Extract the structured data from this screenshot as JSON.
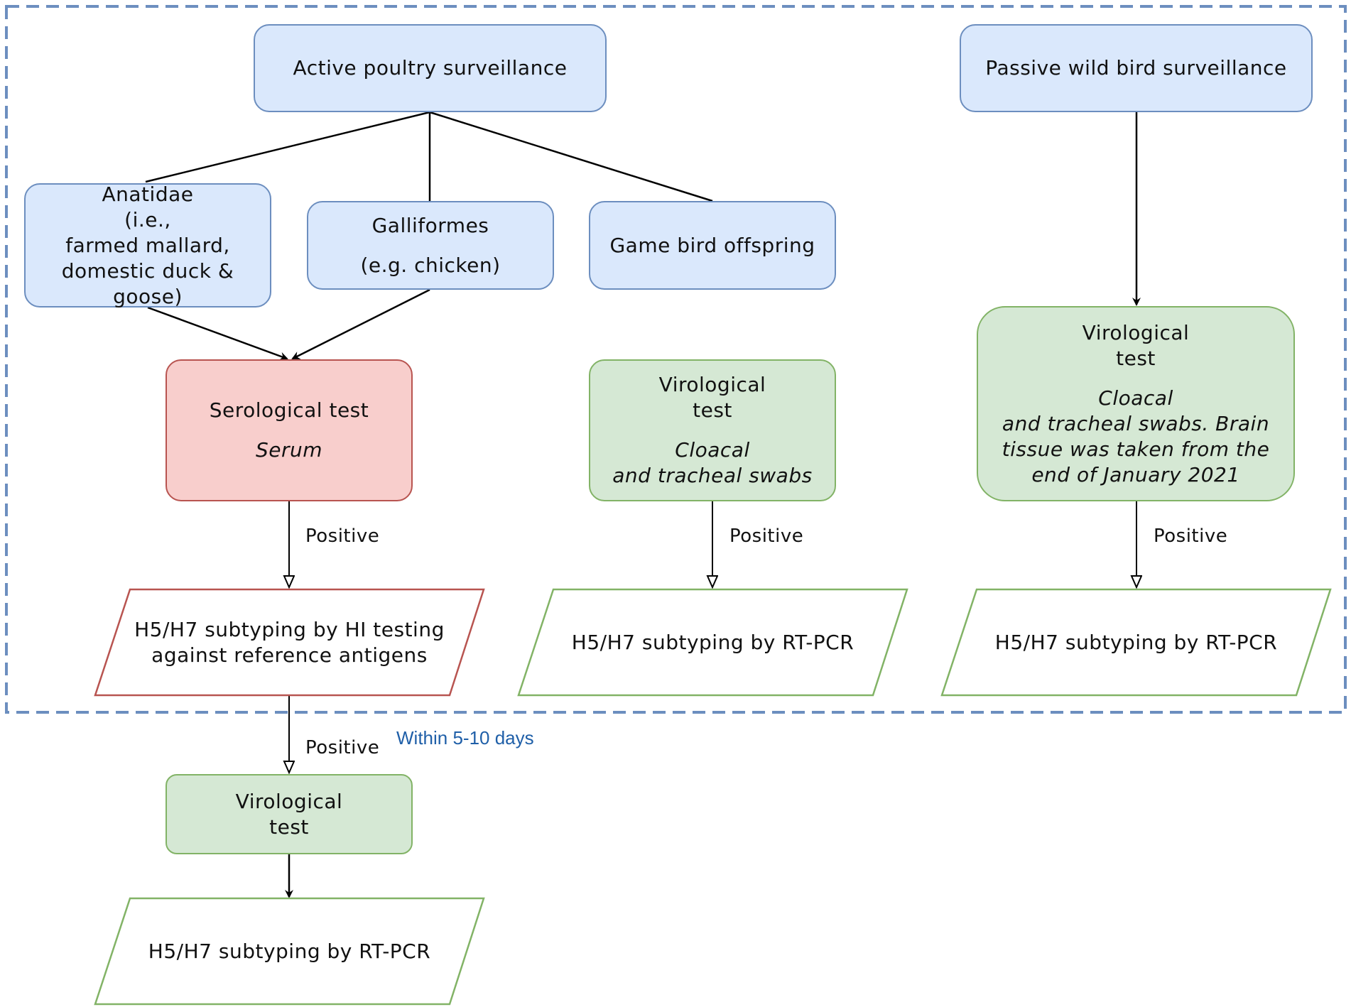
{
  "nodes": {
    "active_poultry": "Active poultry surveillance",
    "passive_wild": "Passive wild bird surveillance",
    "anatidae": [
      "Anatidae",
      "(i.e.,",
      "farmed mallard,",
      "domestic duck &",
      "goose)"
    ],
    "galliformes": [
      "Galliformes",
      "(e.g. chicken)"
    ],
    "game_bird": "Game bird offspring",
    "serological": {
      "title": "Serological test",
      "sample": "Serum"
    },
    "virological_game": {
      "title": [
        "Virological",
        "test"
      ],
      "sample": [
        "Cloacal",
        "and tracheal swabs"
      ]
    },
    "virological_wild": {
      "title": [
        "Virological",
        "test"
      ],
      "sample": [
        "Cloacal",
        "and tracheal swabs. Brain",
        "tissue was taken from the",
        "end of January 2021"
      ]
    },
    "hi_testing": [
      "H5/H7 subtyping by HI testing",
      "against reference antigens"
    ],
    "rtpcr_game": "H5/H7 subtyping by RT-PCR",
    "rtpcr_wild": "H5/H7 subtyping by RT-PCR",
    "virological_followup": [
      "Virological",
      "test"
    ],
    "rtpcr_followup": "H5/H7 subtyping by RT-PCR"
  },
  "edge_labels": {
    "positive_serological": "Positive",
    "positive_game": "Positive",
    "positive_wild": "Positive",
    "positive_hi": "Positive"
  },
  "annotation": "Within 5-10 days",
  "colors": {
    "blue_fill": "#dae8fc",
    "blue_stroke": "#6c8ebf",
    "green_fill": "#d5e8d4",
    "green_stroke": "#82b366",
    "red_fill": "#f8cecc",
    "red_stroke": "#b85450",
    "dashed_border": "#6c8ebf",
    "annotation_text": "#1f5fa8"
  }
}
